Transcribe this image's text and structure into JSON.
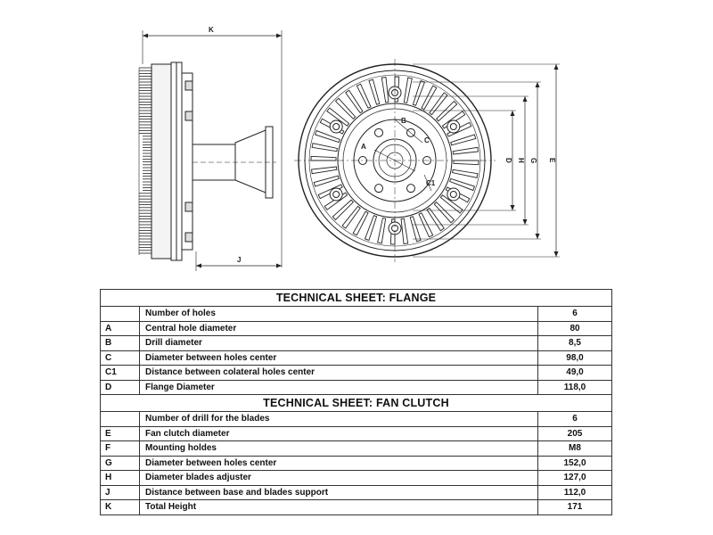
{
  "drawing": {
    "side_view": {
      "labels": {
        "k": "K",
        "j": "J"
      }
    },
    "front_view": {
      "inner_labels": {
        "a": "A",
        "b": "B",
        "c": "C",
        "c1": "C1"
      },
      "dimension_labels": {
        "d": "D",
        "h": "H",
        "g": "G",
        "e": "E"
      }
    }
  },
  "flange_sheet": {
    "title": "TECHNICAL SHEET: FLANGE",
    "rows": [
      {
        "code": "",
        "label": "Number of holes",
        "value": "6"
      },
      {
        "code": "A",
        "label": "Central hole diameter",
        "value": "80"
      },
      {
        "code": "B",
        "label": "Drill diameter",
        "value": "8,5"
      },
      {
        "code": "C",
        "label": "Diameter between holes center",
        "value": "98,0"
      },
      {
        "code": "C1",
        "label": "Distance between colateral holes center",
        "value": "49,0"
      },
      {
        "code": "D",
        "label": "Flange Diameter",
        "value": "118,0"
      }
    ]
  },
  "clutch_sheet": {
    "title": "TECHNICAL SHEET: FAN CLUTCH",
    "rows": [
      {
        "code": "",
        "label": "Number of drill for the blades",
        "value": "6"
      },
      {
        "code": "E",
        "label": "Fan clutch diameter",
        "value": "205"
      },
      {
        "code": "F",
        "label": "Mounting holdes",
        "value": "M8"
      },
      {
        "code": "G",
        "label": "Diameter between holes center",
        "value": "152,0"
      },
      {
        "code": "H",
        "label": "Diameter blades adjuster",
        "value": "127,0"
      },
      {
        "code": "J",
        "label": "Distance between base and blades support",
        "value": "112,0"
      },
      {
        "code": "K",
        "label": "Total Height",
        "value": "171"
      }
    ]
  }
}
